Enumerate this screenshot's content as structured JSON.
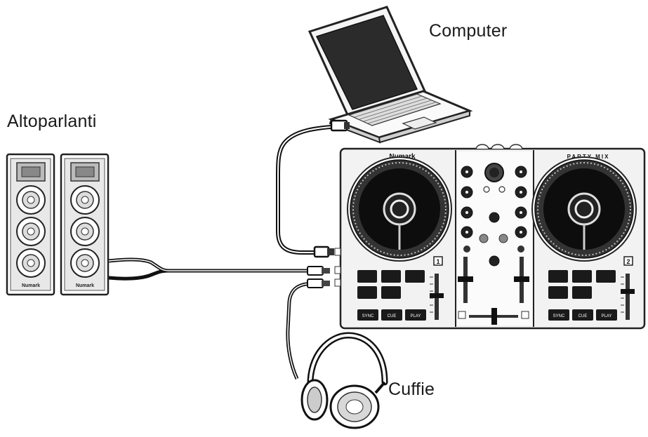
{
  "labels": {
    "computer": "Computer",
    "speakers": "Altoparlanti",
    "headphones": "Cuffie"
  },
  "device": {
    "brand": "Numark",
    "model": "PARTY MIX",
    "deck_left_number": "1",
    "deck_right_number": "2",
    "pad_labels_left": [
      "SYNC",
      "CUE",
      "PLAY"
    ],
    "pad_labels_right": [
      "SYNC",
      "CUE",
      "PLAY"
    ]
  },
  "speakers": {
    "brand": "Numark"
  },
  "icons": [
    "laptop-icon",
    "speaker-icon",
    "headphones-icon",
    "dj-controller-icon",
    "usb-cable-icon",
    "audio-cable-icon"
  ]
}
